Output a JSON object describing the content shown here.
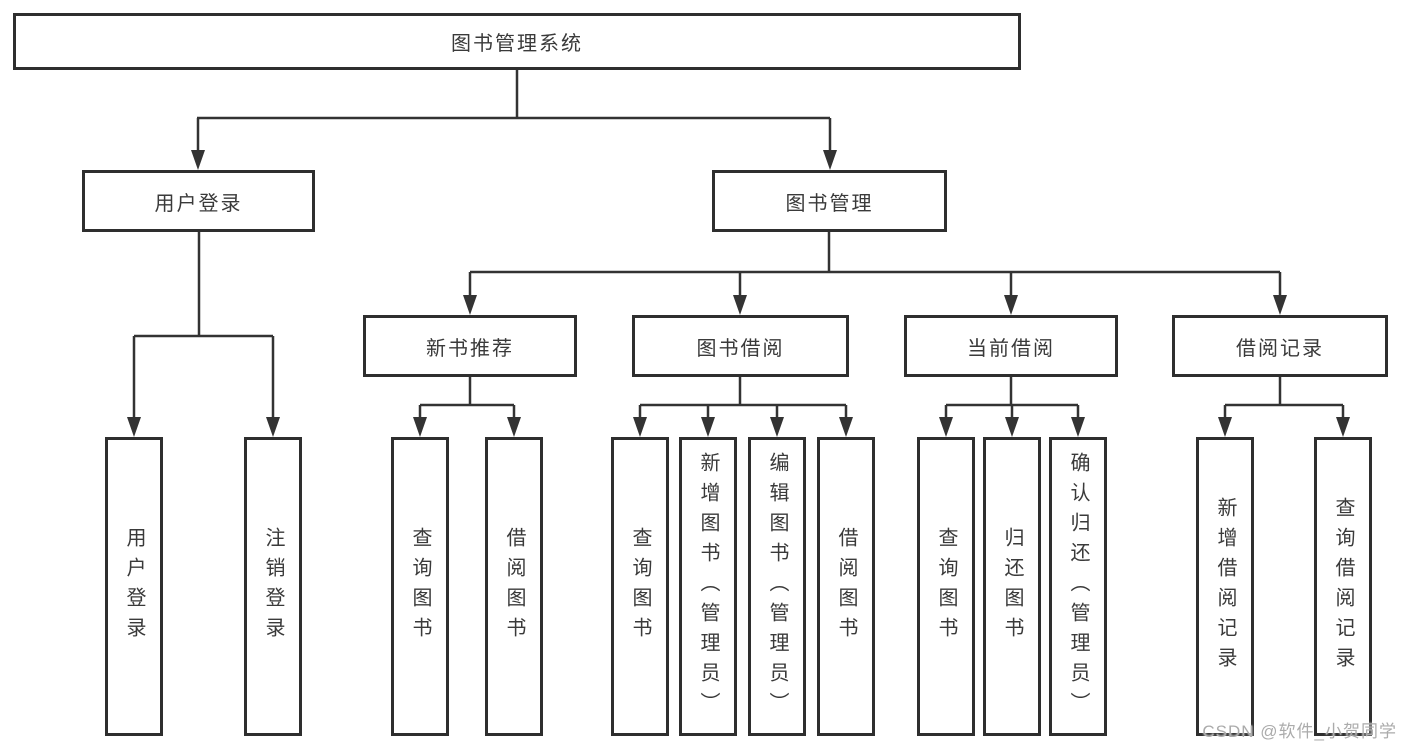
{
  "diagram": {
    "type": "function-structure-tree",
    "root": {
      "label": "图书管理系统",
      "children": [
        {
          "label": "用户登录",
          "children": [
            {
              "label": "用户登录"
            },
            {
              "label": "注销登录"
            }
          ]
        },
        {
          "label": "图书管理",
          "children": [
            {
              "label": "新书推荐",
              "children": [
                {
                  "label": "查询图书"
                },
                {
                  "label": "借阅图书"
                }
              ]
            },
            {
              "label": "图书借阅",
              "children": [
                {
                  "label": "查询图书"
                },
                {
                  "label": "新增图书（管理员）"
                },
                {
                  "label": "编辑图书（管理员）"
                },
                {
                  "label": "借阅图书"
                }
              ]
            },
            {
              "label": "当前借阅",
              "children": [
                {
                  "label": "查询图书"
                },
                {
                  "label": "归还图书"
                },
                {
                  "label": "确认归还（管理员）"
                }
              ]
            },
            {
              "label": "借阅记录",
              "children": [
                {
                  "label": "新增借阅记录"
                },
                {
                  "label": "查询借阅记录"
                }
              ]
            }
          ]
        }
      ]
    }
  },
  "watermark": {
    "text": "CSDN @软件_小贺同学"
  },
  "colors": {
    "background": "#ffffff",
    "box_border": "#2e2e2e",
    "box_fill": "#ffffff",
    "line": "#333333",
    "text": "#3a3a3a",
    "watermark": "#ababab"
  }
}
